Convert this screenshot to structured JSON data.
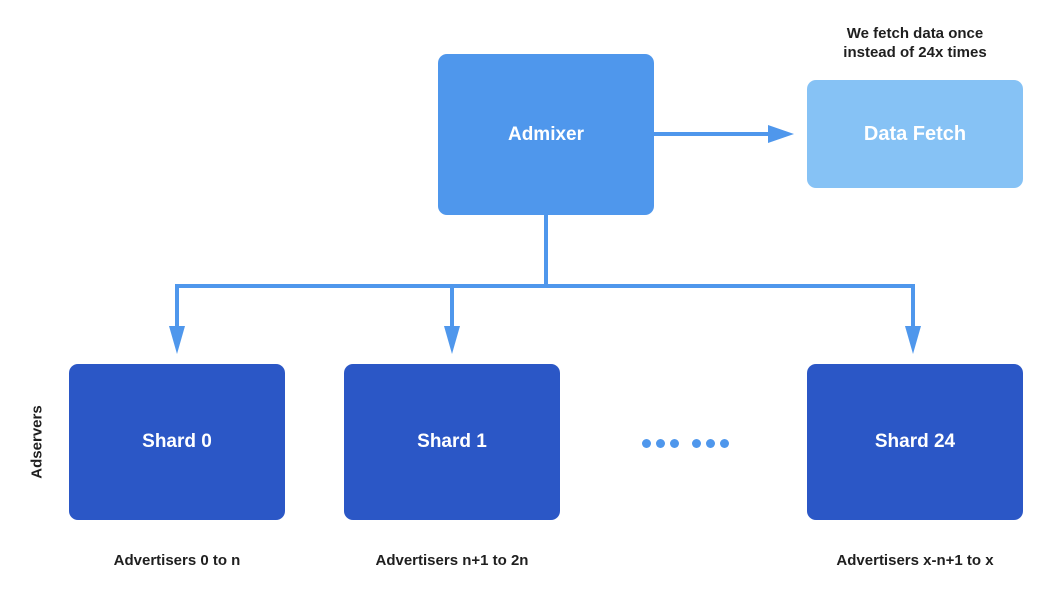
{
  "nodes": {
    "admixer": "Admixer",
    "data_fetch": "Data Fetch",
    "shard_0": "Shard 0",
    "shard_1": "Shard 1",
    "shard_24": "Shard 24"
  },
  "annotations": {
    "fetch_note_line1": "We fetch data once",
    "fetch_note_line2": "instead of 24x times",
    "group_label": "Adservers"
  },
  "captions": {
    "shard_0": "Advertisers 0 to n",
    "shard_1": "Advertisers n+1 to 2n",
    "shard_24": "Advertisers x-n+1 to x"
  },
  "ellipsis_glyph": "dots-ellipsis",
  "colors": {
    "admixer": "#4f97ec",
    "data_fetch": "#86c2f5",
    "shard": "#2b57c6",
    "connector": "#4f97ec"
  }
}
